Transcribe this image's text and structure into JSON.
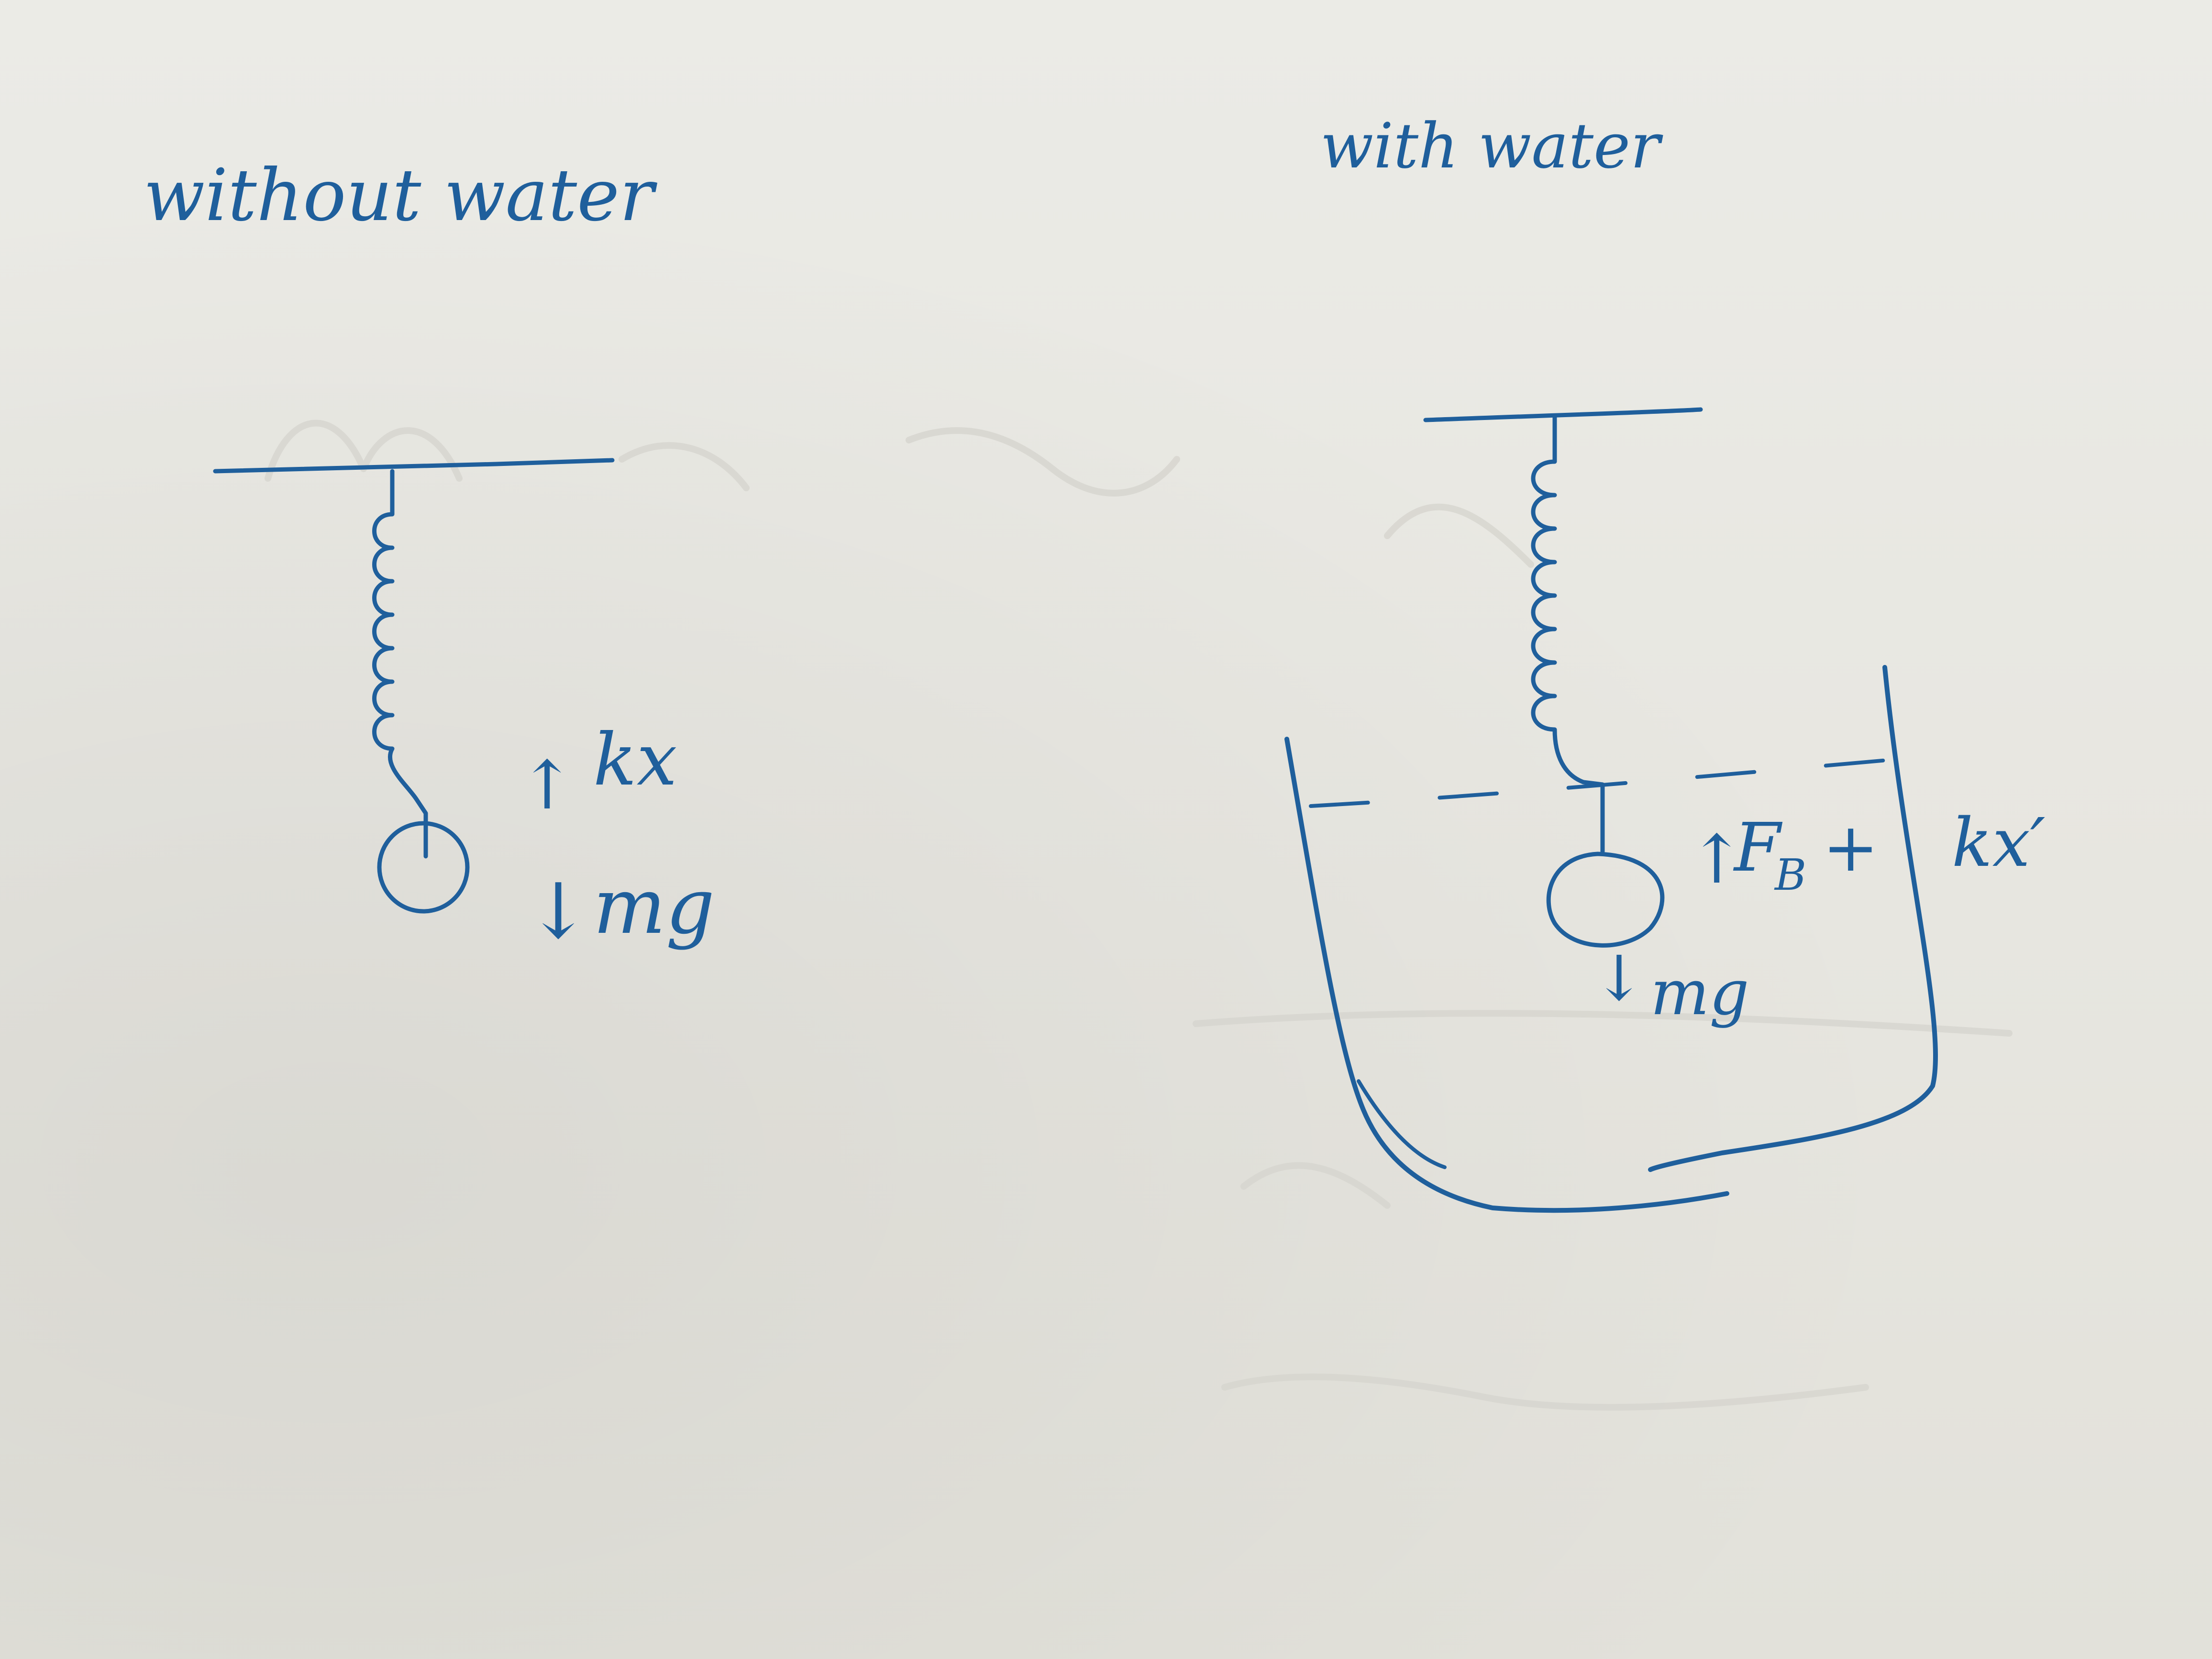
{
  "colors": {
    "ink": "#1f5f9c",
    "paper": "#e8e7e1",
    "ghost": "#d9d8d1"
  },
  "diagrams": {
    "left": {
      "caption": "without water",
      "force_up": "kx",
      "force_down": "mg",
      "arrow_up": "↑",
      "arrow_down": "↓"
    },
    "right": {
      "caption": "with water",
      "force_up": "F",
      "force_up_sub": "B",
      "plus": "+",
      "force_up_2": "kx′",
      "force_down": "mg",
      "arrow_up": "↑",
      "arrow_down": "↓"
    }
  }
}
